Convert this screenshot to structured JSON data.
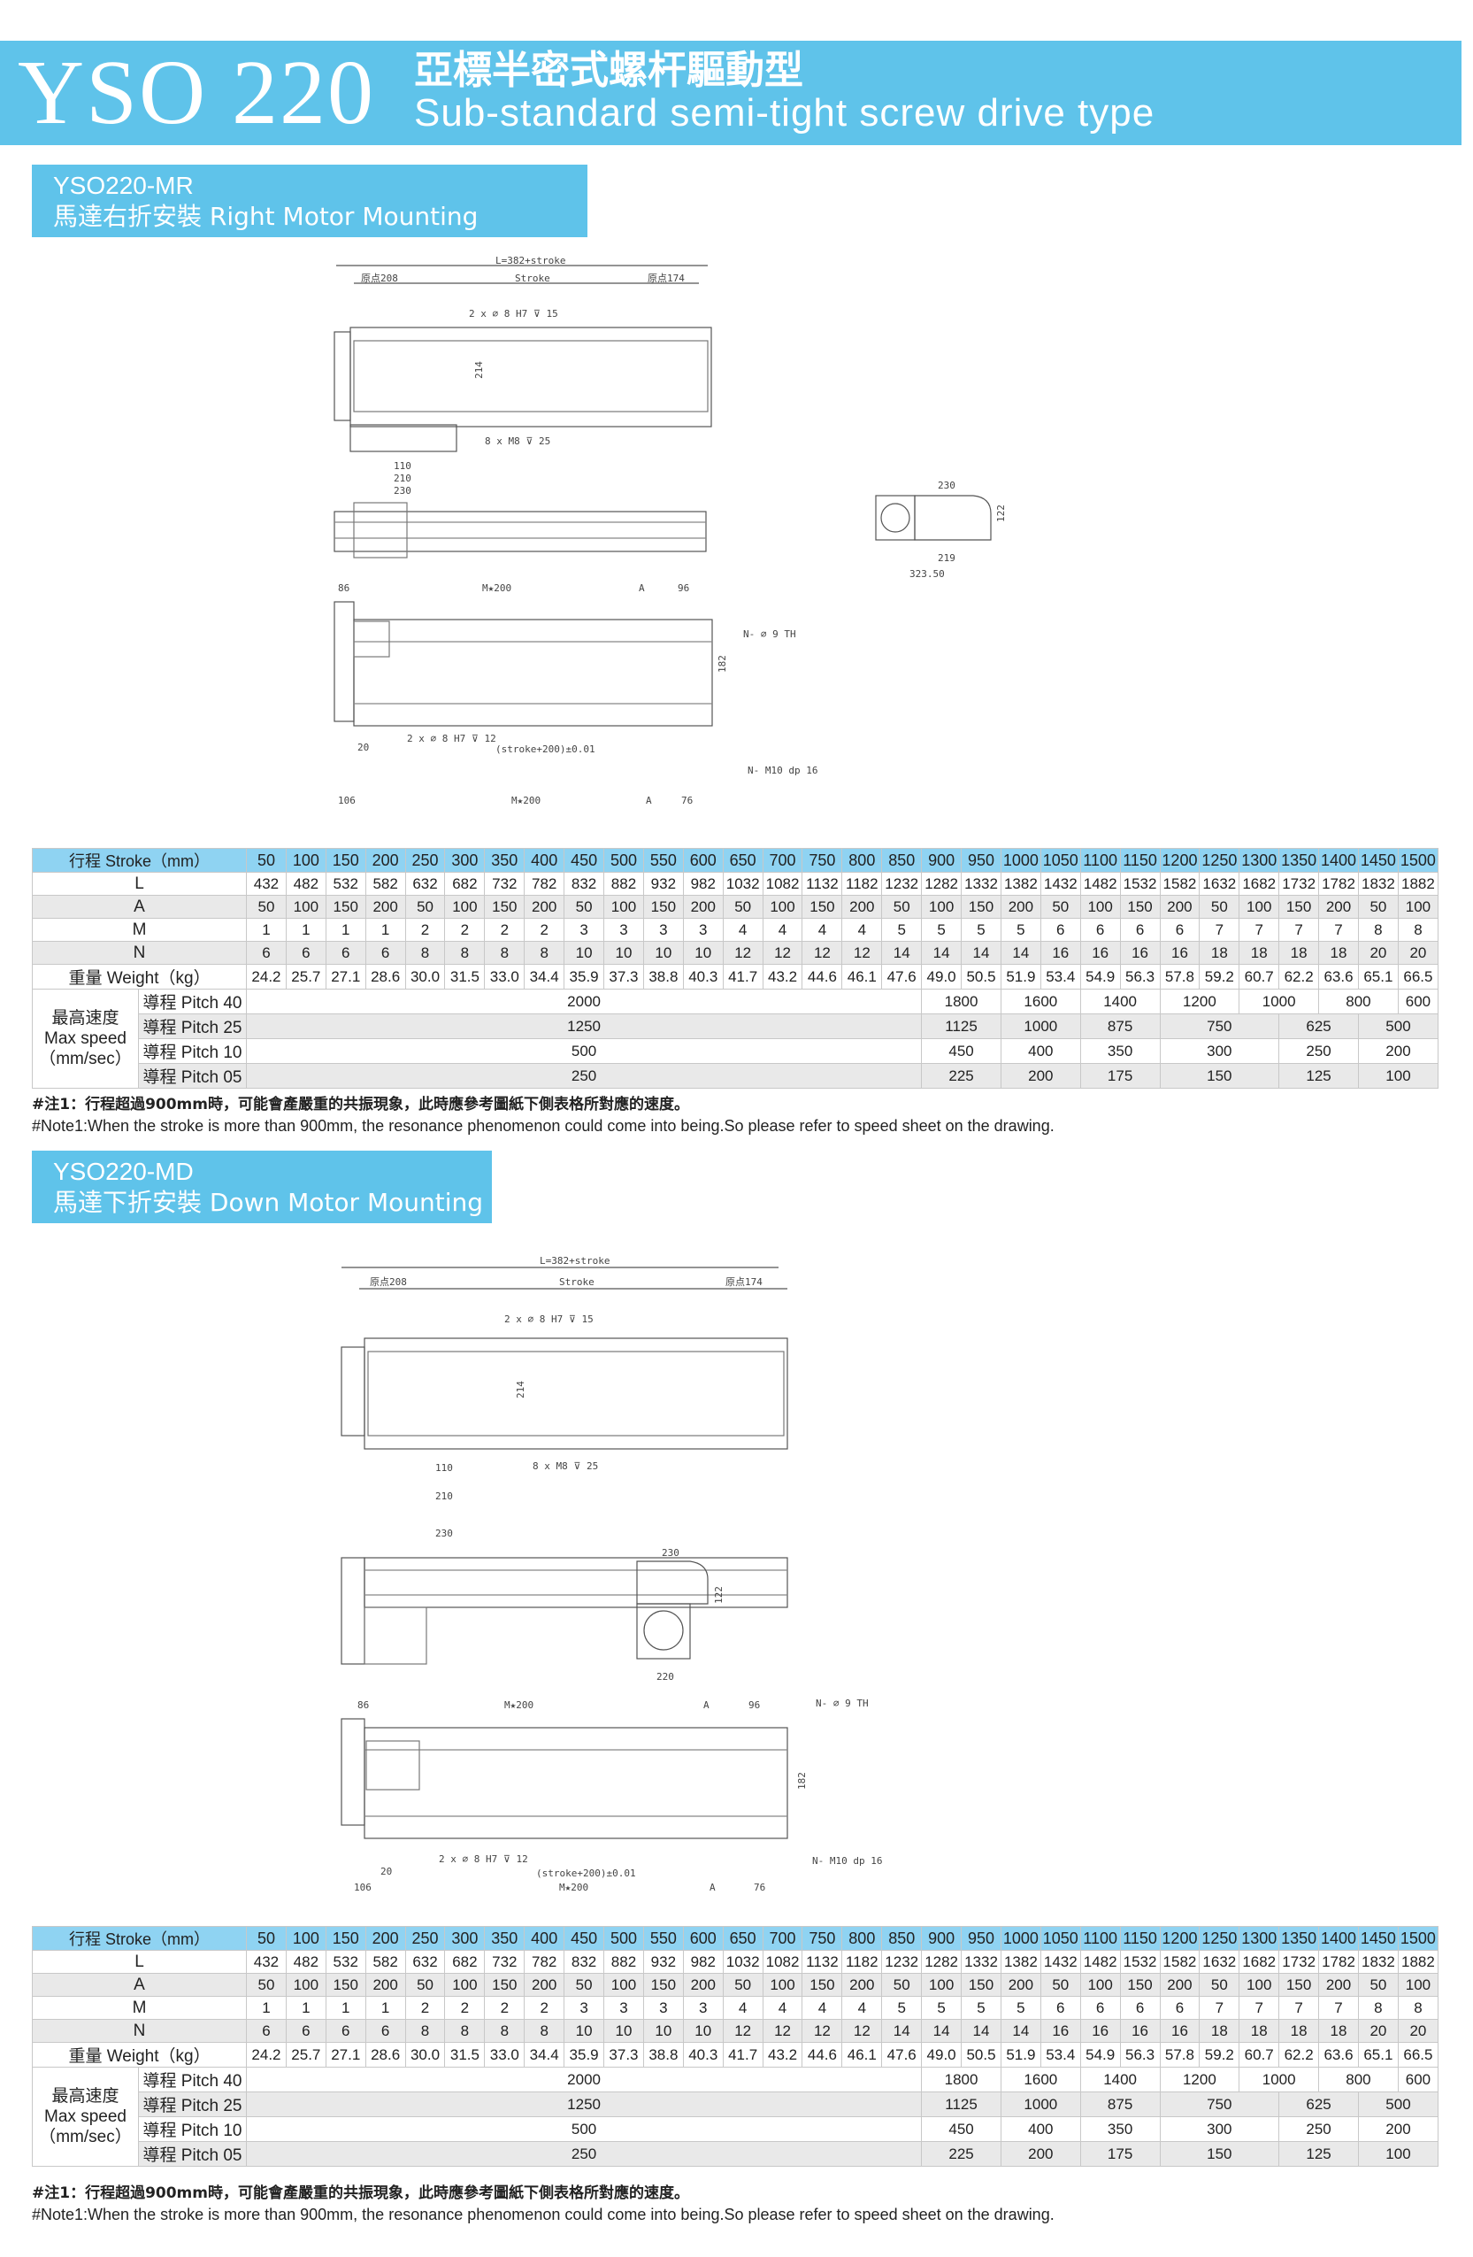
{
  "header": {
    "model": "YSO 220",
    "title_zh": "亞標半密式螺杆驅動型",
    "title_en": "Sub-standard semi-tight screw drive type"
  },
  "sections": [
    {
      "code": "YSO220-MR",
      "name": "馬達右折安裝 Right Motor Mounting",
      "dims": {
        "length": "L=382+stroke",
        "origin_left": "原点208",
        "stroke": "Stroke",
        "origin_right": "原点174",
        "hole_top": "2 x ∅ 8 H7 ⊽ 15",
        "height": "214",
        "thread": "8 x M8 ⊽ 25",
        "d110": "110",
        "d210": "210",
        "d230": "230",
        "end_w": "230",
        "end_h": "122",
        "end_inner": "219",
        "end_total": "323.50",
        "d86": "86",
        "m200": "M★200",
        "a": "A",
        "d96": "96",
        "n_holes": "N- ∅ 9 TH",
        "d182": "182",
        "hole_bottom": "2 x ∅ 8 H7 ⊽ 12",
        "tolerance": "(stroke+200)±0.01",
        "m10": "N- M10 dp 16",
        "d20": "20",
        "d106": "106",
        "d76": "76"
      }
    },
    {
      "code": "YSO220-MD",
      "name": "馬達下折安裝 Down Motor Mounting",
      "dims": {
        "length": "L=382+stroke",
        "origin_left": "原点208",
        "stroke": "Stroke",
        "origin_right": "原点174",
        "hole_top": "2 x ∅ 8 H7 ⊽ 15",
        "height": "214",
        "thread": "8 x M8 ⊽ 25",
        "d110": "110",
        "d210": "210",
        "d230": "230",
        "end_w": "230",
        "end_h": "122",
        "end_inner": "220",
        "d86": "86",
        "m200": "M★200",
        "a": "A",
        "d96": "96",
        "n_holes": "N- ∅ 9 TH",
        "d182": "182",
        "hole_bottom": "2 x ∅ 8 H7 ⊽ 12",
        "tolerance": "(stroke+200)±0.01",
        "m10": "N- M10 dp 16",
        "d20": "20",
        "d106": "106",
        "d76": "76"
      }
    }
  ],
  "table": {
    "stroke_label": "行程 Stroke（mm）",
    "strokes": [
      "50",
      "100",
      "150",
      "200",
      "250",
      "300",
      "350",
      "400",
      "450",
      "500",
      "550",
      "600",
      "650",
      "700",
      "750",
      "800",
      "850",
      "900",
      "950",
      "1000",
      "1050",
      "1100",
      "1150",
      "1200",
      "1250",
      "1300",
      "1350",
      "1400",
      "1450",
      "1500"
    ],
    "rows": [
      {
        "label": "L",
        "values": [
          "432",
          "482",
          "532",
          "582",
          "632",
          "682",
          "732",
          "782",
          "832",
          "882",
          "932",
          "982",
          "1032",
          "1082",
          "1132",
          "1182",
          "1232",
          "1282",
          "1332",
          "1382",
          "1432",
          "1482",
          "1532",
          "1582",
          "1632",
          "1682",
          "1732",
          "1782",
          "1832",
          "1882"
        ]
      },
      {
        "label": "A",
        "values": [
          "50",
          "100",
          "150",
          "200",
          "50",
          "100",
          "150",
          "200",
          "50",
          "100",
          "150",
          "200",
          "50",
          "100",
          "150",
          "200",
          "50",
          "100",
          "150",
          "200",
          "50",
          "100",
          "150",
          "200",
          "50",
          "100",
          "150",
          "200",
          "50",
          "100"
        ]
      },
      {
        "label": "M",
        "values": [
          "1",
          "1",
          "1",
          "1",
          "2",
          "2",
          "2",
          "2",
          "3",
          "3",
          "3",
          "3",
          "4",
          "4",
          "4",
          "4",
          "5",
          "5",
          "5",
          "5",
          "6",
          "6",
          "6",
          "6",
          "7",
          "7",
          "7",
          "7",
          "8",
          "8"
        ]
      },
      {
        "label": "N",
        "values": [
          "6",
          "6",
          "6",
          "6",
          "8",
          "8",
          "8",
          "8",
          "10",
          "10",
          "10",
          "10",
          "12",
          "12",
          "12",
          "12",
          "14",
          "14",
          "14",
          "14",
          "16",
          "16",
          "16",
          "16",
          "18",
          "18",
          "18",
          "18",
          "20",
          "20"
        ]
      },
      {
        "label": "重量 Weight（kg）",
        "values": [
          "24.2",
          "25.7",
          "27.1",
          "28.6",
          "30.0",
          "31.5",
          "33.0",
          "34.4",
          "35.9",
          "37.3",
          "38.8",
          "40.3",
          "41.7",
          "43.2",
          "44.6",
          "46.1",
          "47.6",
          "49.0",
          "50.5",
          "51.9",
          "53.4",
          "54.9",
          "56.3",
          "57.8",
          "59.2",
          "60.7",
          "62.2",
          "63.6",
          "65.1",
          "66.5"
        ]
      }
    ],
    "speed_label_zh": "最高速度",
    "speed_label_en1": "Max speed",
    "speed_label_en2": "（mm/sec）",
    "speed_rows": [
      {
        "pitch": "導程 Pitch 40",
        "cells": [
          {
            "v": "2000",
            "span": 17
          },
          {
            "v": "1800",
            "span": 2
          },
          {
            "v": "1600",
            "span": 2
          },
          {
            "v": "1400",
            "span": 2
          },
          {
            "v": "1200",
            "span": 2
          },
          {
            "v": "1000",
            "span": 2
          },
          {
            "v": "800",
            "span": 2
          },
          {
            "v": "600",
            "span": 1
          }
        ]
      },
      {
        "pitch": "導程 Pitch 25",
        "cells": [
          {
            "v": "1250",
            "span": 17
          },
          {
            "v": "1125",
            "span": 2
          },
          {
            "v": "1000",
            "span": 2
          },
          {
            "v": "875",
            "span": 2
          },
          {
            "v": "750",
            "span": 3
          },
          {
            "v": "625",
            "span": 2
          },
          {
            "v": "500",
            "span": 2
          }
        ]
      },
      {
        "pitch": "導程 Pitch 10",
        "cells": [
          {
            "v": "500",
            "span": 17
          },
          {
            "v": "450",
            "span": 2
          },
          {
            "v": "400",
            "span": 2
          },
          {
            "v": "350",
            "span": 2
          },
          {
            "v": "300",
            "span": 3
          },
          {
            "v": "250",
            "span": 2
          },
          {
            "v": "200",
            "span": 2
          }
        ]
      },
      {
        "pitch": "導程 Pitch 05",
        "cells": [
          {
            "v": "250",
            "span": 17
          },
          {
            "v": "225",
            "span": 2
          },
          {
            "v": "200",
            "span": 2
          },
          {
            "v": "175",
            "span": 2
          },
          {
            "v": "150",
            "span": 3
          },
          {
            "v": "125",
            "span": 2
          },
          {
            "v": "100",
            "span": 2
          }
        ]
      }
    ]
  },
  "notes": {
    "zh": "#注1：行程超過900mm時，可能會產嚴重的共振現象，此時應參考圖紙下側表格所對應的速度。",
    "en": "#Note1:When the stroke is more than 900mm, the resonance phenomenon could come into being.So please refer to speed sheet on the drawing."
  },
  "colors": {
    "accent": "#5fc3ea",
    "table_header": "#8fd3f2",
    "row_alt": "#e9e9e9"
  }
}
